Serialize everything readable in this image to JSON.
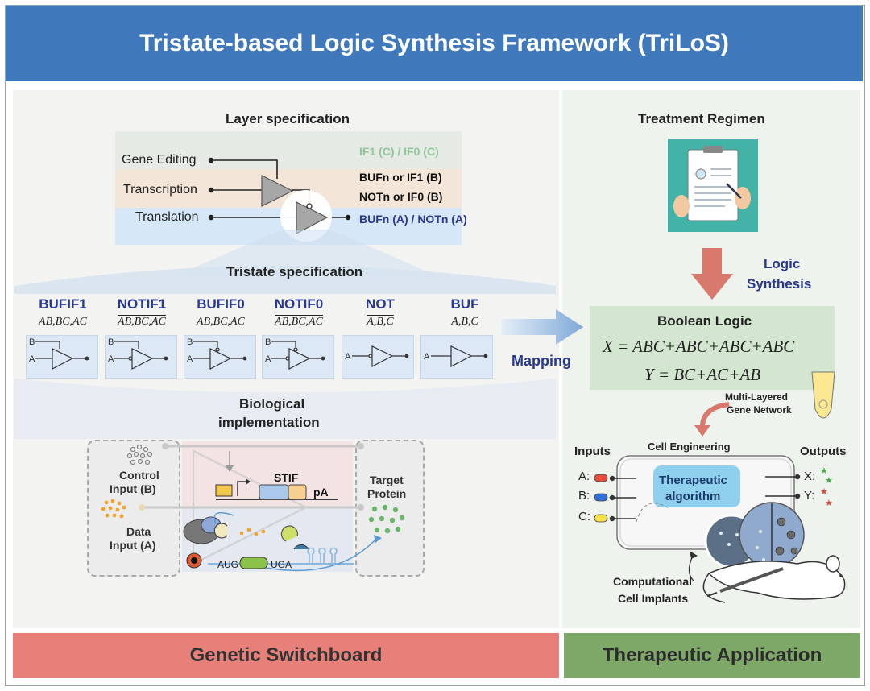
{
  "title": "Tristate-based Logic Synthesis Framework (TriLoS)",
  "layer": {
    "header": "Layer specification",
    "rows": [
      "Gene Editing",
      "Transcription",
      "Translation"
    ],
    "right_top": "IF1 (C) / IF0 (C)",
    "right_mid_1": "BUFn or IF1 (B)",
    "right_mid_2": "NOTn or IF0 (B)",
    "right_bot": "BUFn (A) / NOTn (A)"
  },
  "tristate": {
    "header": "Tristate specification",
    "gates": [
      {
        "name": "BUFIF1",
        "expr": "AB,BC,AC"
      },
      {
        "name": "NOTIF1",
        "expr": "AB,BC,AC"
      },
      {
        "name": "BUFIF0",
        "expr": "AB,BC,AC"
      },
      {
        "name": "NOTIF0",
        "expr": "AB,BC,AC"
      },
      {
        "name": "NOT",
        "expr": "A,B,C"
      },
      {
        "name": "BUF",
        "expr": "A,B,C"
      }
    ]
  },
  "bio": {
    "header_1": "Biological",
    "header_2": "implementation",
    "control_1": "Control",
    "control_2": "Input (B)",
    "data_1": "Data",
    "data_2": "Input (A)",
    "target_1": "Target",
    "target_2": "Protein",
    "stif": "STIF",
    "pa": "pA",
    "aug": "AUG",
    "uga": "UGA"
  },
  "mapping": "Mapping",
  "right": {
    "treatment": "Treatment Regimen",
    "logic_1": "Logic",
    "logic_2": "Synthesis",
    "boolean_header": "Boolean Logic",
    "eq_x": "X = ABC+ABC+ABC+ABC",
    "eq_y": "Y = BC+AC+AB",
    "network_1": "Multi-Layered",
    "network_2": "Gene Network",
    "inputs": "Inputs",
    "cell_eng": "Cell Engineering",
    "outputs": "Outputs",
    "in_a": "A:",
    "in_b": "B:",
    "in_c": "C:",
    "out_x": "X:",
    "out_y": "Y:",
    "algo_1": "Therapeutic",
    "algo_2": "algorithm",
    "implants_1": "Computational",
    "implants_2": "Cell Implants"
  },
  "footer": {
    "left": "Genetic Switchboard",
    "right": "Therapeutic Application"
  }
}
